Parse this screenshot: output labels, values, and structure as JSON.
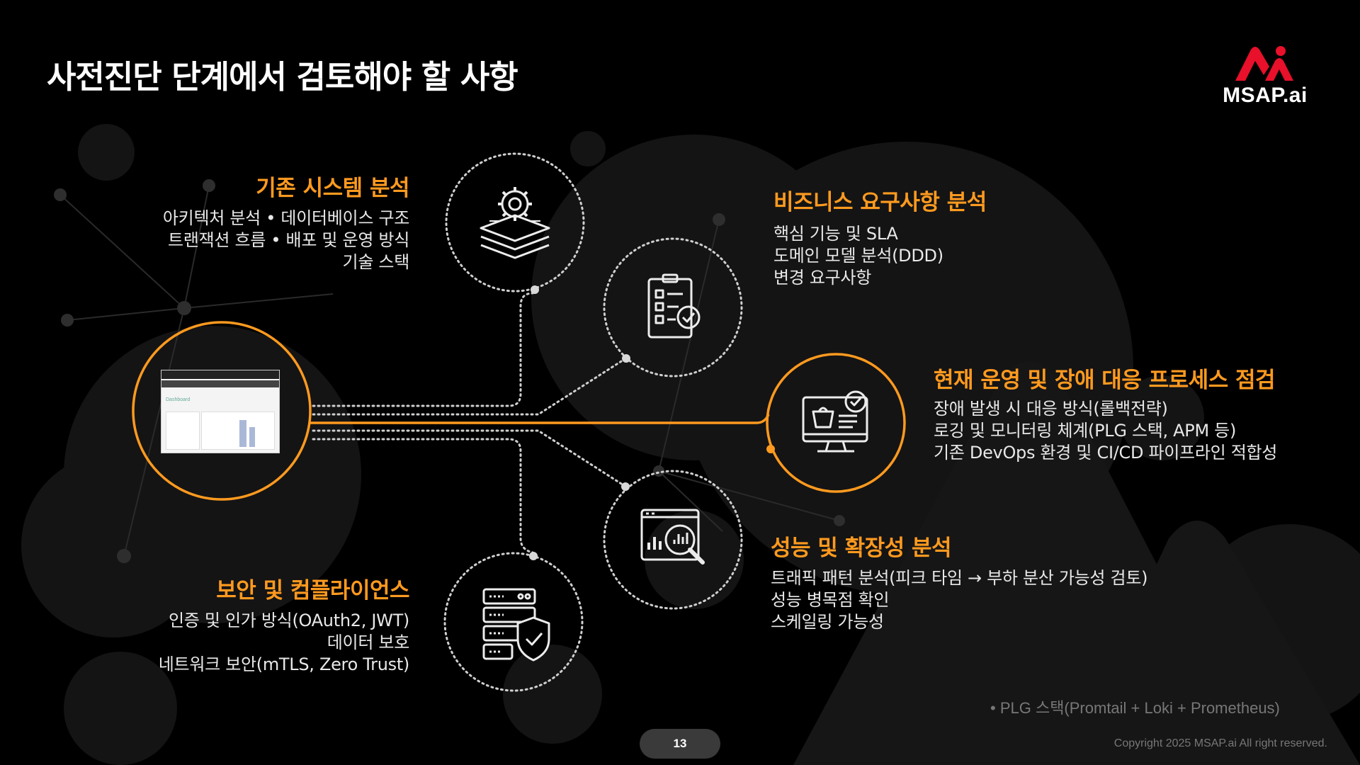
{
  "slide": {
    "title": "사전진단 단계에서 검토해야 할 사항",
    "logo_text": "MSAP.ai",
    "page_number": "13",
    "footnote": "•  PLG 스택(Promtail + Loki + Prometheus)",
    "copyright": "Copyright 2025 MSAP.ai All right reserved.",
    "accent_color": "#ff9a1f",
    "brand_color": "#e8102a"
  },
  "center": {
    "image_label": "Dashboard"
  },
  "sections": {
    "existing_system": {
      "heading": "기존 시스템 분석",
      "lines": [
        "아키텍처 분석 • 데이터베이스 구조",
        "트랜잭션 흐름 • 배포 및 운영 방식",
        "기술 스택"
      ],
      "icon": "layers-gear-icon"
    },
    "business": {
      "heading": "비즈니스 요구사항 분석",
      "lines": [
        "핵심 기능 및 SLA",
        "도메인 모델 분석(DDD)",
        "변경 요구사항"
      ],
      "icon": "clipboard-checklist-icon"
    },
    "operations": {
      "heading": "현재 운영 및 장애 대응 프로세스 점검",
      "lines": [
        "장애 발생 시 대응 방식(롤백전략)",
        "로깅 및 모니터링 체계(PLG 스택, APM 등)",
        "기존 DevOps 환경 및 CI/CD 파이프라인 적합성"
      ],
      "icon": "monitor-check-icon"
    },
    "performance": {
      "heading": "성능 및 확장성 분석",
      "lines": [
        "트래픽 패턴 분석(피크 타임 → 부하 분산 가능성 검토)",
        "성능 병목점 확인",
        "스케일링 가능성"
      ],
      "icon": "chart-magnifier-icon"
    },
    "security": {
      "heading": "보안 및 컴플라이언스",
      "lines": [
        "인증 및 인가 방식(OAuth2, JWT)",
        "데이터 보호",
        "네트워크 보안(mTLS, Zero Trust)"
      ],
      "icon": "server-shield-icon"
    }
  }
}
